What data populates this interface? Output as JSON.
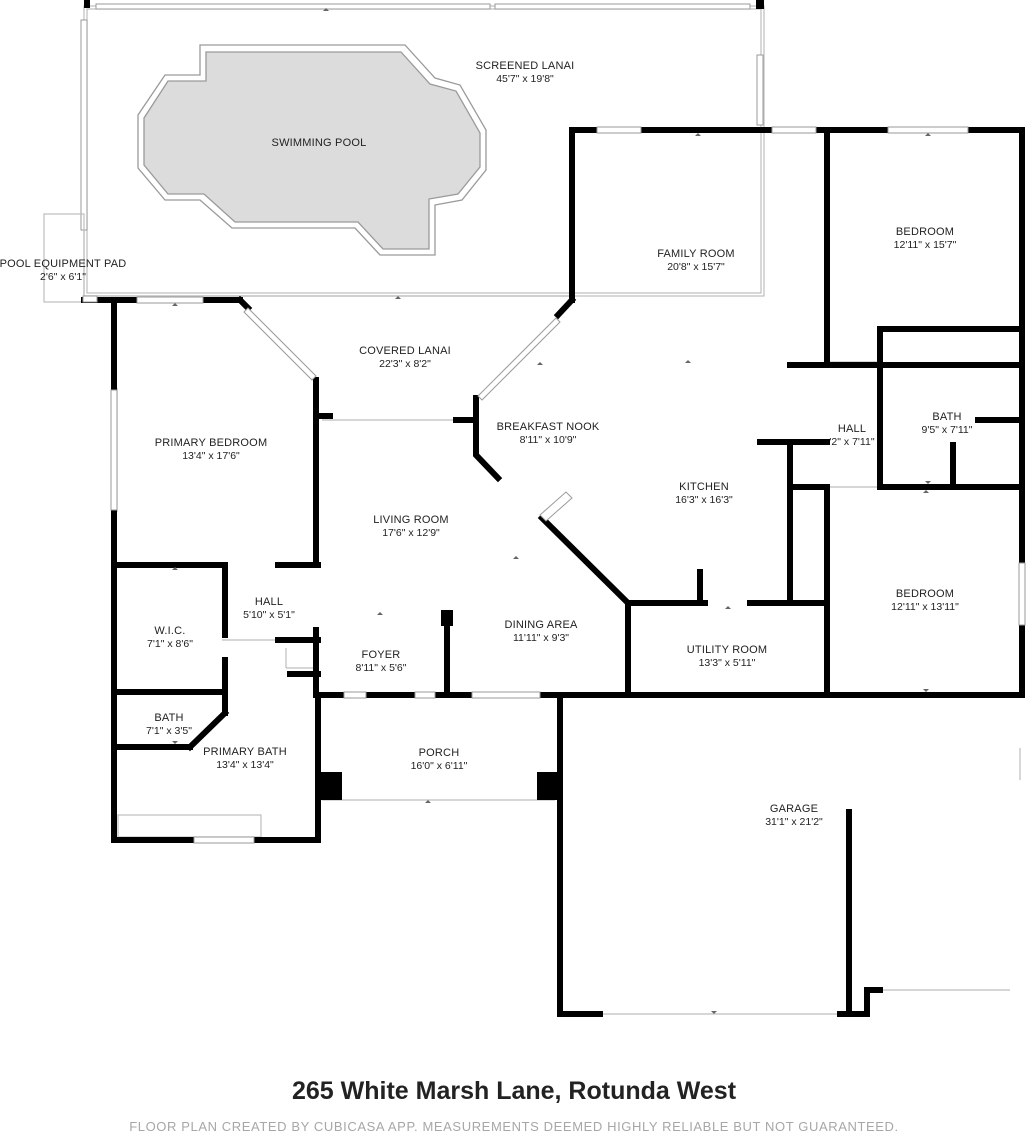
{
  "plan": {
    "address": "265 White Marsh Lane, Rotunda West",
    "disclaimer": "FLOOR PLAN CREATED BY CUBICASA APP. MEASUREMENTS DEEMED HIGHLY RELIABLE BUT NOT GUARANTEED.",
    "pool_label": "SWIMMING POOL",
    "rooms": [
      {
        "key": "screened-lanai",
        "name": "SCREENED LANAI",
        "dims": "45'7\" x 19'8\""
      },
      {
        "key": "pool-equipment-pad",
        "name": "POOL EQUIPMENT PAD",
        "dims": "2'6\" x 6'1\""
      },
      {
        "key": "family-room",
        "name": "FAMILY ROOM",
        "dims": "20'8\" x 15'7\""
      },
      {
        "key": "bedroom-1",
        "name": "BEDROOM",
        "dims": "12'11\" x 15'7\""
      },
      {
        "key": "covered-lanai",
        "name": "COVERED LANAI",
        "dims": "22'3\" x 8'2\""
      },
      {
        "key": "primary-bedroom",
        "name": "PRIMARY BEDROOM",
        "dims": "13'4\" x 17'6\""
      },
      {
        "key": "breakfast-nook",
        "name": "BREAKFAST NOOK",
        "dims": "8'11\" x 10'9\""
      },
      {
        "key": "hall-1",
        "name": "HALL",
        "dims": "'2\" x 7'11\""
      },
      {
        "key": "bath-1",
        "name": "BATH",
        "dims": "9'5\" x 7'11\""
      },
      {
        "key": "kitchen",
        "name": "KITCHEN",
        "dims": "16'3\" x 16'3\""
      },
      {
        "key": "living-room",
        "name": "LIVING ROOM",
        "dims": "17'6\" x 12'9\""
      },
      {
        "key": "bedroom-2",
        "name": "BEDROOM",
        "dims": "12'11\" x 13'11\""
      },
      {
        "key": "hall-2",
        "name": "HALL",
        "dims": "5'10\" x 5'1\""
      },
      {
        "key": "wic",
        "name": "W.I.C.",
        "dims": "7'1\" x 8'6\""
      },
      {
        "key": "dining-area",
        "name": "DINING AREA",
        "dims": "11'11\" x 9'3\""
      },
      {
        "key": "utility-room",
        "name": "UTILITY ROOM",
        "dims": "13'3\" x 5'11\""
      },
      {
        "key": "foyer",
        "name": "FOYER",
        "dims": "8'11\" x 5'6\""
      },
      {
        "key": "bath-2",
        "name": "BATH",
        "dims": "7'1\" x 3'5\""
      },
      {
        "key": "primary-bath",
        "name": "PRIMARY BATH",
        "dims": "13'4\" x 13'4\""
      },
      {
        "key": "porch",
        "name": "PORCH",
        "dims": "16'0\" x 6'11\""
      },
      {
        "key": "garage",
        "name": "GARAGE",
        "dims": "31'1\" x 21'2\""
      }
    ]
  }
}
